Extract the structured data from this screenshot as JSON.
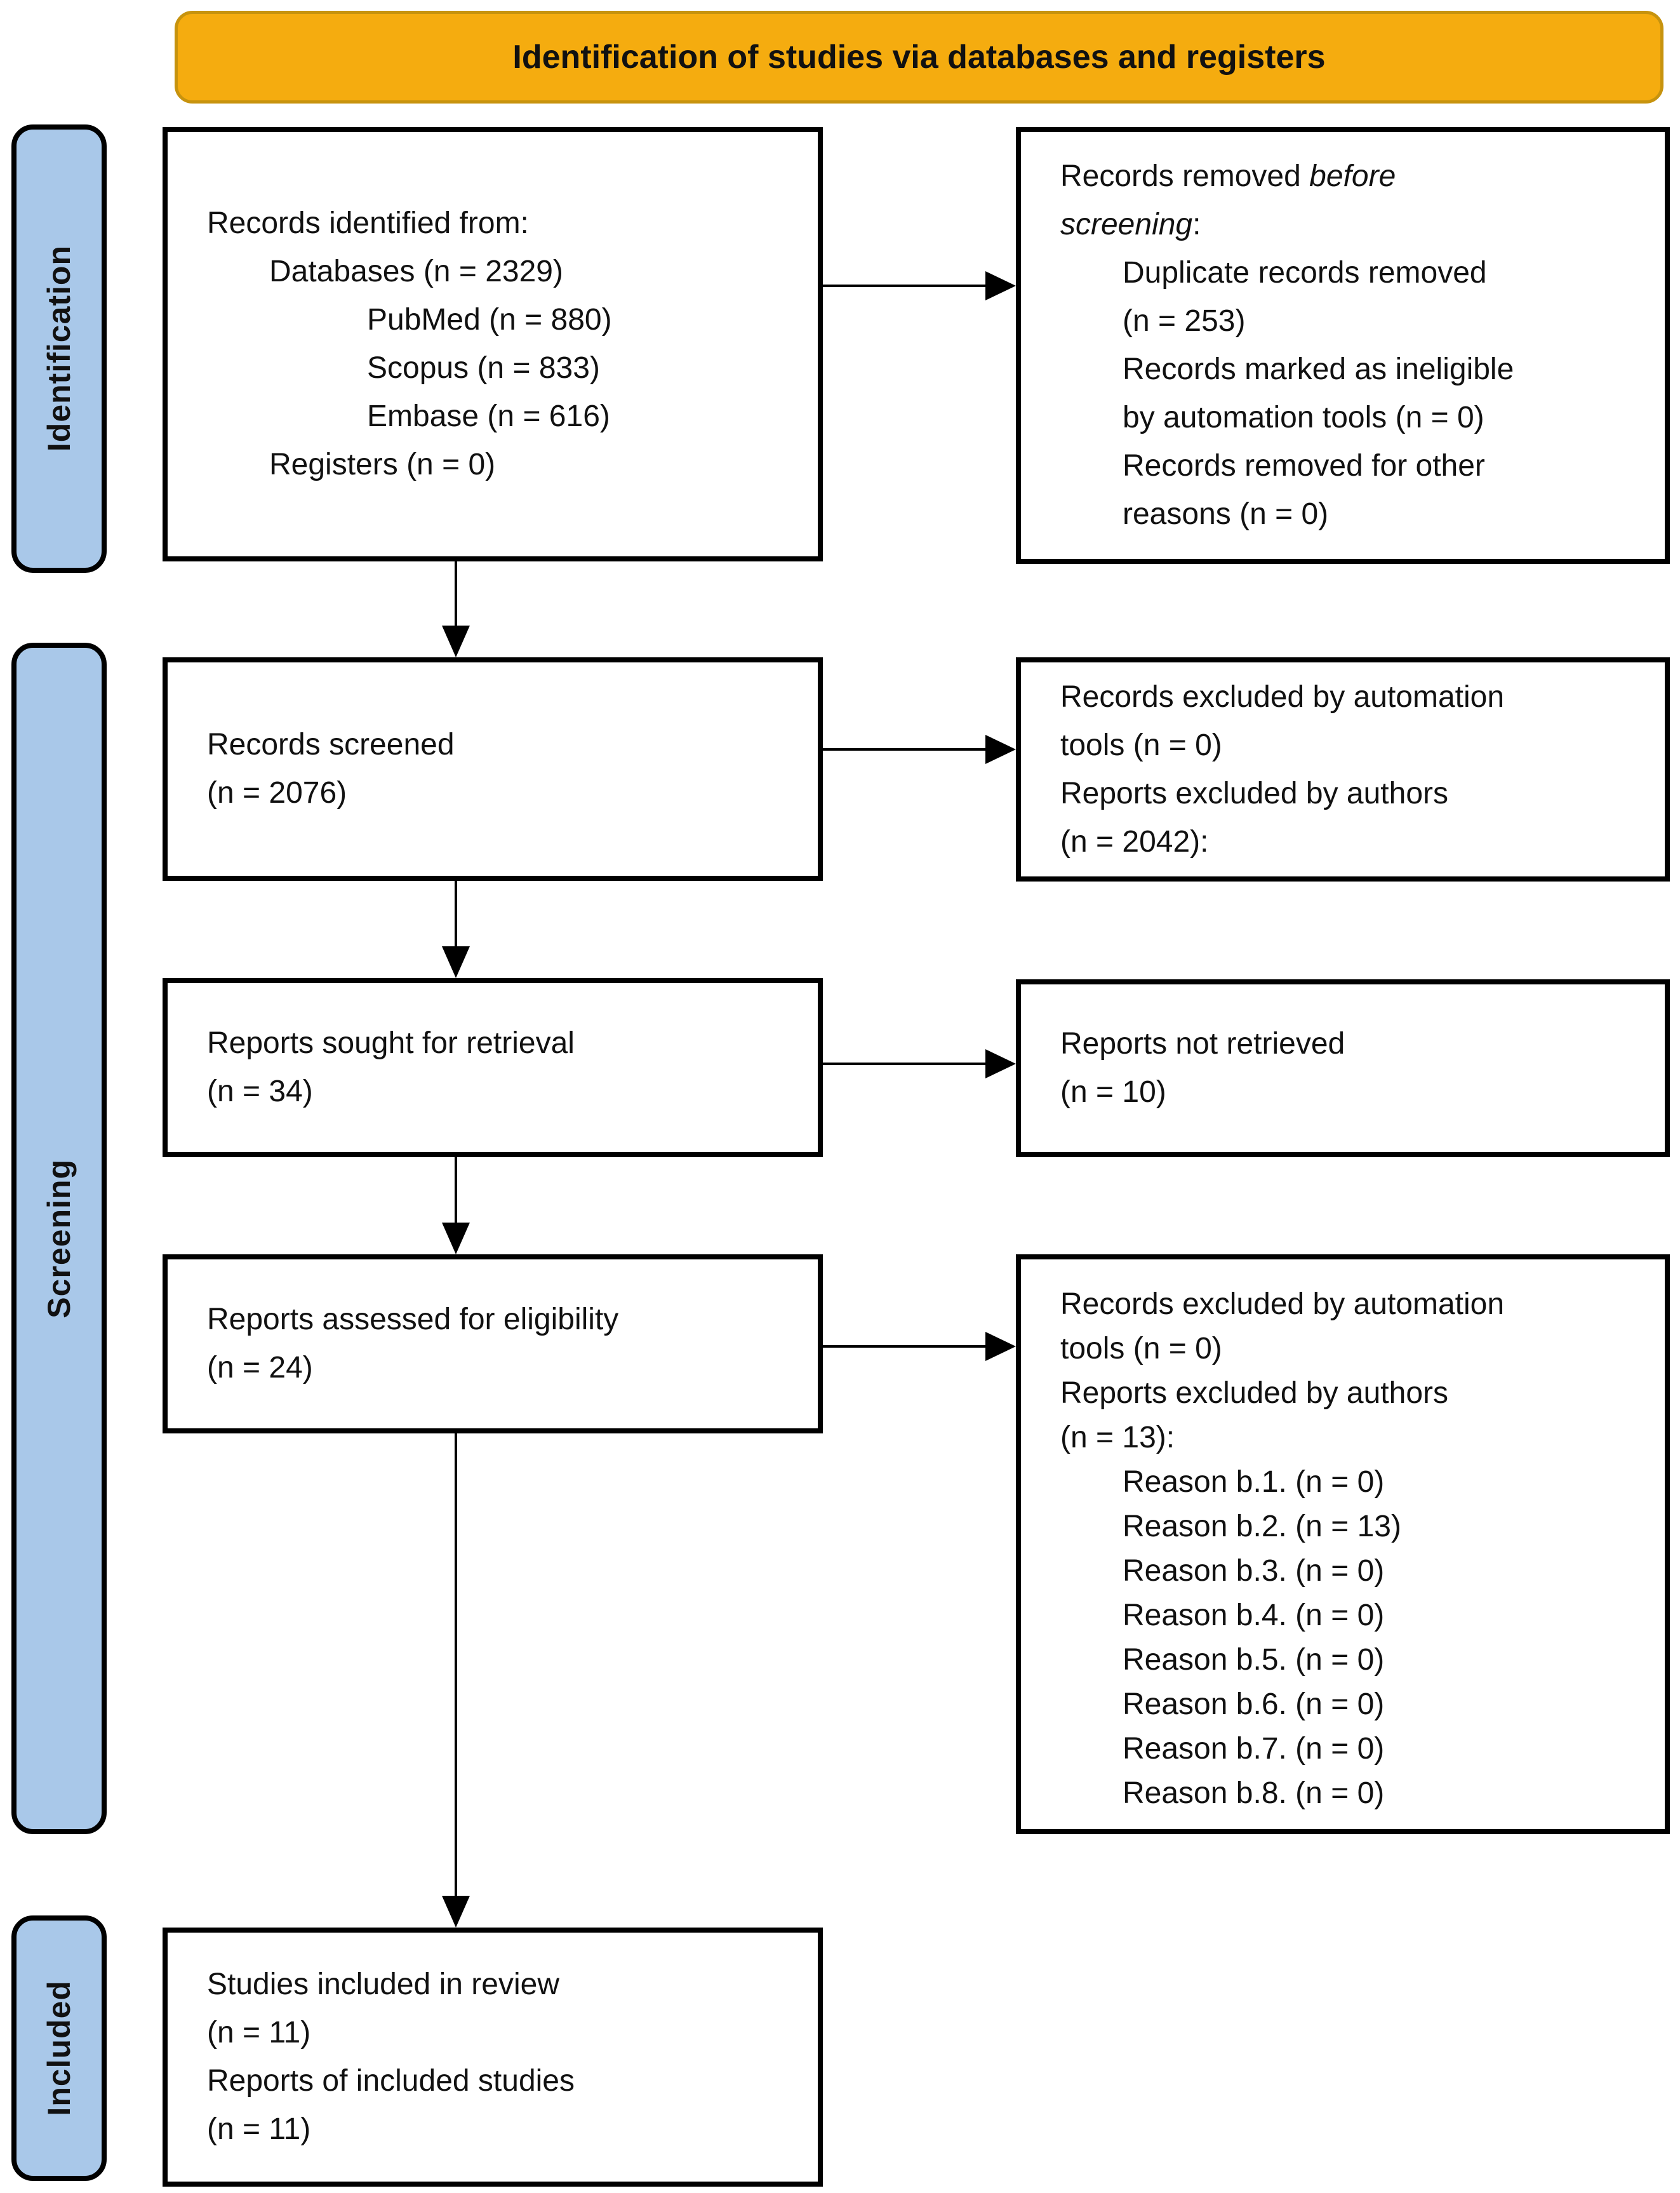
{
  "header": {
    "title": "Identification of studies via databases and registers"
  },
  "colors": {
    "banner": "#F5AC0F",
    "banner_border": "#C7930E",
    "stage_fill": "#A9C8E9"
  },
  "sidebar": {
    "identification": "Identification",
    "screening": "Screening",
    "included": "Included"
  },
  "boxes": {
    "identified": {
      "lines": [
        {
          "ind": 0,
          "seg": [
            {
              "t": "Records identified from:"
            }
          ]
        },
        {
          "ind": 1,
          "seg": [
            {
              "t": "Databases (n = 2329)"
            }
          ]
        },
        {
          "ind": 2,
          "seg": [
            {
              "t": "PubMed (n = 880)"
            }
          ]
        },
        {
          "ind": 2,
          "seg": [
            {
              "t": "Scopus (n = 833)"
            }
          ]
        },
        {
          "ind": 2,
          "seg": [
            {
              "t": "Embase (n = 616)"
            }
          ]
        },
        {
          "ind": 1,
          "seg": [
            {
              "t": "Registers (n = 0)"
            }
          ]
        }
      ]
    },
    "removed_before_screening": {
      "lines": [
        {
          "ind": 0,
          "seg": [
            {
              "t": "Records removed "
            },
            {
              "t": "before",
              "it": true
            }
          ]
        },
        {
          "ind": 0,
          "seg": [
            {
              "t": "screening",
              "it": true
            },
            {
              "t": ":"
            }
          ]
        },
        {
          "ind": 1,
          "seg": [
            {
              "t": "Duplicate records removed"
            }
          ]
        },
        {
          "ind": 1,
          "seg": [
            {
              "t": "(n = 253)"
            }
          ]
        },
        {
          "ind": 1,
          "seg": [
            {
              "t": "Records marked as ineligible"
            }
          ]
        },
        {
          "ind": 1,
          "seg": [
            {
              "t": "by automation tools (n = 0)"
            }
          ]
        },
        {
          "ind": 1,
          "seg": [
            {
              "t": "Records removed for other"
            }
          ]
        },
        {
          "ind": 1,
          "seg": [
            {
              "t": "reasons (n = 0)"
            }
          ]
        }
      ]
    },
    "screened": {
      "lines": [
        {
          "ind": 0,
          "seg": [
            {
              "t": "Records screened"
            }
          ]
        },
        {
          "ind": 0,
          "seg": [
            {
              "t": "(n = 2076)"
            }
          ]
        }
      ]
    },
    "excluded_at_screening": {
      "lines": [
        {
          "ind": 0,
          "seg": [
            {
              "t": "Records excluded by automation"
            }
          ]
        },
        {
          "ind": 0,
          "seg": [
            {
              "t": "tools (n = 0)"
            }
          ]
        },
        {
          "ind": 0,
          "seg": [
            {
              "t": "Reports excluded by authors"
            }
          ]
        },
        {
          "ind": 0,
          "seg": [
            {
              "t": "(n = 2042):"
            }
          ]
        }
      ]
    },
    "sought_for_retrieval": {
      "lines": [
        {
          "ind": 0,
          "seg": [
            {
              "t": "Reports sought for retrieval"
            }
          ]
        },
        {
          "ind": 0,
          "seg": [
            {
              "t": "(n = 34)"
            }
          ]
        }
      ]
    },
    "not_retrieved": {
      "lines": [
        {
          "ind": 0,
          "seg": [
            {
              "t": "Reports not retrieved"
            }
          ]
        },
        {
          "ind": 0,
          "seg": [
            {
              "t": "(n = 10)"
            }
          ]
        }
      ]
    },
    "assessed_for_eligibility": {
      "lines": [
        {
          "ind": 0,
          "seg": [
            {
              "t": "Reports assessed for eligibility"
            }
          ]
        },
        {
          "ind": 0,
          "seg": [
            {
              "t": "(n = 24)"
            }
          ]
        }
      ]
    },
    "excluded_at_eligibility": {
      "lines": [
        {
          "ind": 0,
          "seg": [
            {
              "t": "Records excluded by automation"
            }
          ]
        },
        {
          "ind": 0,
          "seg": [
            {
              "t": "tools (n = 0)"
            }
          ]
        },
        {
          "ind": 0,
          "seg": [
            {
              "t": "Reports excluded by authors"
            }
          ]
        },
        {
          "ind": 0,
          "seg": [
            {
              "t": "(n = 13):"
            }
          ]
        },
        {
          "ind": 1,
          "seg": [
            {
              "t": "Reason b.1. (n = 0)"
            }
          ]
        },
        {
          "ind": 1,
          "seg": [
            {
              "t": "Reason b.2. (n = 13)"
            }
          ]
        },
        {
          "ind": 1,
          "seg": [
            {
              "t": "Reason b.3. (n = 0)"
            }
          ]
        },
        {
          "ind": 1,
          "seg": [
            {
              "t": "Reason b.4. (n = 0)"
            }
          ]
        },
        {
          "ind": 1,
          "seg": [
            {
              "t": "Reason b.5. (n = 0)"
            }
          ]
        },
        {
          "ind": 1,
          "seg": [
            {
              "t": "Reason b.6. (n = 0)"
            }
          ]
        },
        {
          "ind": 1,
          "seg": [
            {
              "t": "Reason b.7. (n = 0)"
            }
          ]
        },
        {
          "ind": 1,
          "seg": [
            {
              "t": "Reason b.8. (n = 0)"
            }
          ]
        }
      ]
    },
    "included_in_review": {
      "lines": [
        {
          "ind": 0,
          "seg": [
            {
              "t": "Studies included in review"
            }
          ]
        },
        {
          "ind": 0,
          "seg": [
            {
              "t": "(n = 11)"
            }
          ]
        },
        {
          "ind": 0,
          "seg": [
            {
              "t": "Reports of included studies"
            }
          ]
        },
        {
          "ind": 0,
          "seg": [
            {
              "t": "(n = 11)"
            }
          ]
        }
      ]
    }
  }
}
